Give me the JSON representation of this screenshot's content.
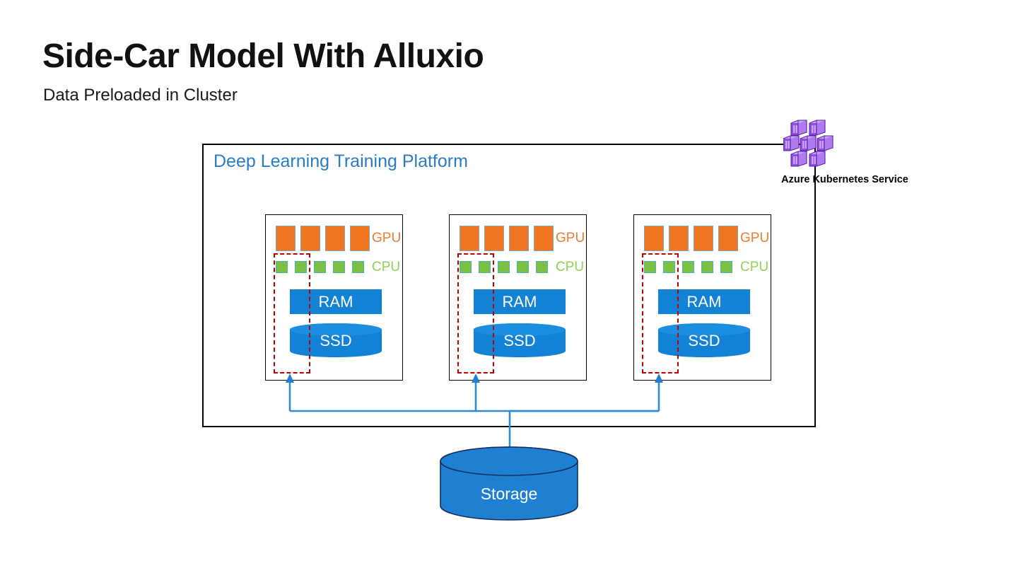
{
  "slide": {
    "title": "Side-Car Model With Alluxio",
    "subtitle": "Data Preloaded in Cluster"
  },
  "platform": {
    "label": "Deep Learning Training Platform"
  },
  "aks": {
    "label": "Azure Kubernetes Service",
    "icon": "kubernetes-cluster-icon"
  },
  "storage": {
    "label": "Storage"
  },
  "nodes": [
    {
      "id": "node-1",
      "gpu_label": "GPU",
      "cpu_label": "CPU",
      "gpu_count": 4,
      "cpu_count": 5,
      "ram_label": "RAM",
      "ssd_label": "SSD",
      "sidecar": "alluxio-sidecar-region"
    },
    {
      "id": "node-2",
      "gpu_label": "GPU",
      "cpu_label": "CPU",
      "gpu_count": 4,
      "cpu_count": 5,
      "ram_label": "RAM",
      "ssd_label": "SSD",
      "sidecar": "alluxio-sidecar-region"
    },
    {
      "id": "node-3",
      "gpu_label": "GPU",
      "cpu_label": "CPU",
      "gpu_count": 4,
      "cpu_count": 5,
      "ram_label": "RAM",
      "ssd_label": "SSD",
      "sidecar": "alluxio-sidecar-region"
    }
  ],
  "colors": {
    "gpu": "#ee7623",
    "cpu": "#7ac043",
    "ram": "#1482d4",
    "ssd": "#1482d4",
    "storage": "#1f7fd1",
    "platform_title": "#2a7cc7",
    "sidecar_outline": "#c00000",
    "connector": "#2e8bd0",
    "aks_icon": "#9b5de5",
    "container_outline": "#000000"
  }
}
